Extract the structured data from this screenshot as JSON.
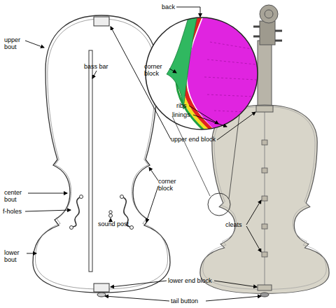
{
  "diagram": {
    "labels": [
      "back",
      "corner block",
      "ribs",
      "linings",
      "upper bout",
      "bass bar",
      "upper end block",
      "center bout",
      "corner block",
      "f-holes",
      "sound post",
      "cleats",
      "lower bout",
      "lower end block",
      "tail button"
    ]
  }
}
